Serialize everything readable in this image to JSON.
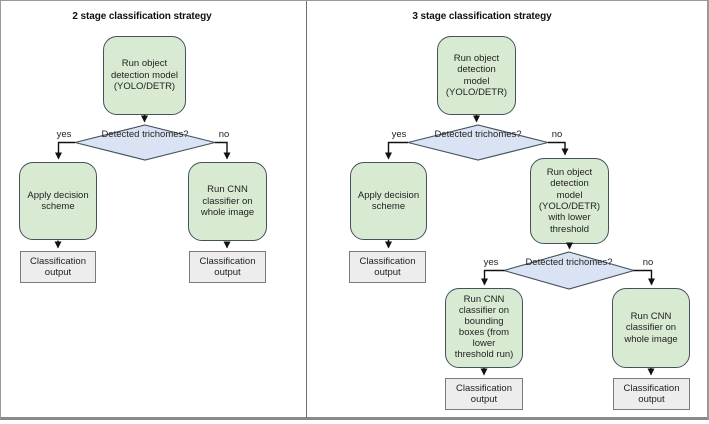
{
  "diagram": {
    "left_panel": {
      "title": "2 stage classification strategy",
      "detect_box": "Run object detection model (YOLO/DETR)",
      "decision_diamond": "Detected trichomes?",
      "yes_label": "yes",
      "no_label": "no",
      "apply_box": "Apply decision scheme",
      "cnn_whole_box": "Run CNN classifier on whole image",
      "output_apply": "Classification output",
      "output_cnn": "Classification output"
    },
    "right_panel": {
      "title": "3 stage classification strategy",
      "detect_box": "Run object detection model (YOLO/DETR)",
      "decision1_diamond": "Detected trichomes?",
      "yes1_label": "yes",
      "no1_label": "no",
      "apply_box": "Apply decision scheme",
      "output_apply": "Classification output",
      "detect_lower_box": "Run object detection model (YOLO/DETR) with lower threshold",
      "decision2_diamond": "Detected trichomes?",
      "yes2_label": "yes",
      "no2_label": "no",
      "cnn_boxes_box": "Run CNN classifier on bounding boxes (from lower threshold run)",
      "output_boxes": "Classification output",
      "cnn_whole_box": "Run CNN classifier on whole image",
      "output_whole": "Classification output"
    },
    "colors": {
      "process_fill": "#d9ead3",
      "decision_fill": "#dae3f3",
      "output_fill": "#ededed",
      "node_border": "#44525c",
      "output_border": "#7b7b7b",
      "arrow": "#111111"
    }
  }
}
